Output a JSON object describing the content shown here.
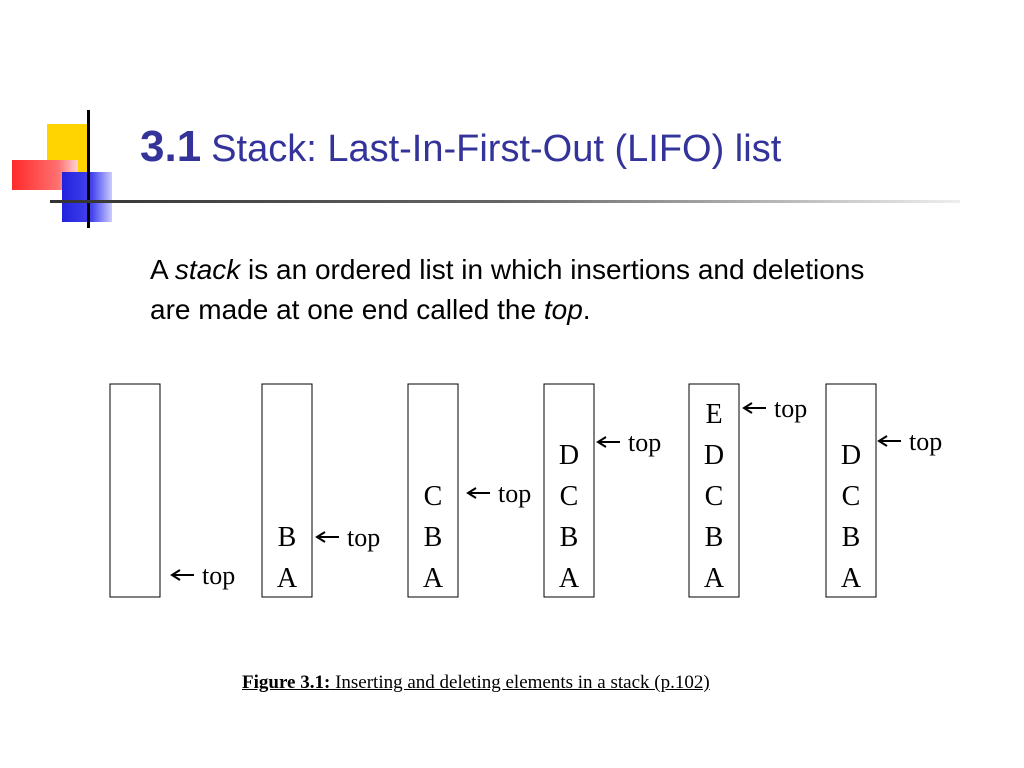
{
  "slide": {
    "number": "3.1",
    "title": "Stack: Last-In-First-Out (LIFO) list"
  },
  "definition": {
    "p1": "A ",
    "term": "stack",
    "p2": " is an ordered list in which insertions and deletions are made at one end called the ",
    "term2": "top",
    "p3": "."
  },
  "stacks": [
    {
      "items": []
    },
    {
      "items": [
        "B",
        "A"
      ]
    },
    {
      "items": [
        "C",
        "B",
        "A"
      ]
    },
    {
      "items": [
        "D",
        "C",
        "B",
        "A"
      ]
    },
    {
      "items": [
        "E",
        "D",
        "C",
        "B",
        "A"
      ]
    },
    {
      "items": [
        "D",
        "C",
        "B",
        "A"
      ]
    }
  ],
  "top_label": "top",
  "caption": {
    "label": "Figure 3.1:",
    "text": " Inserting and deleting elements in a stack (p.102)"
  }
}
